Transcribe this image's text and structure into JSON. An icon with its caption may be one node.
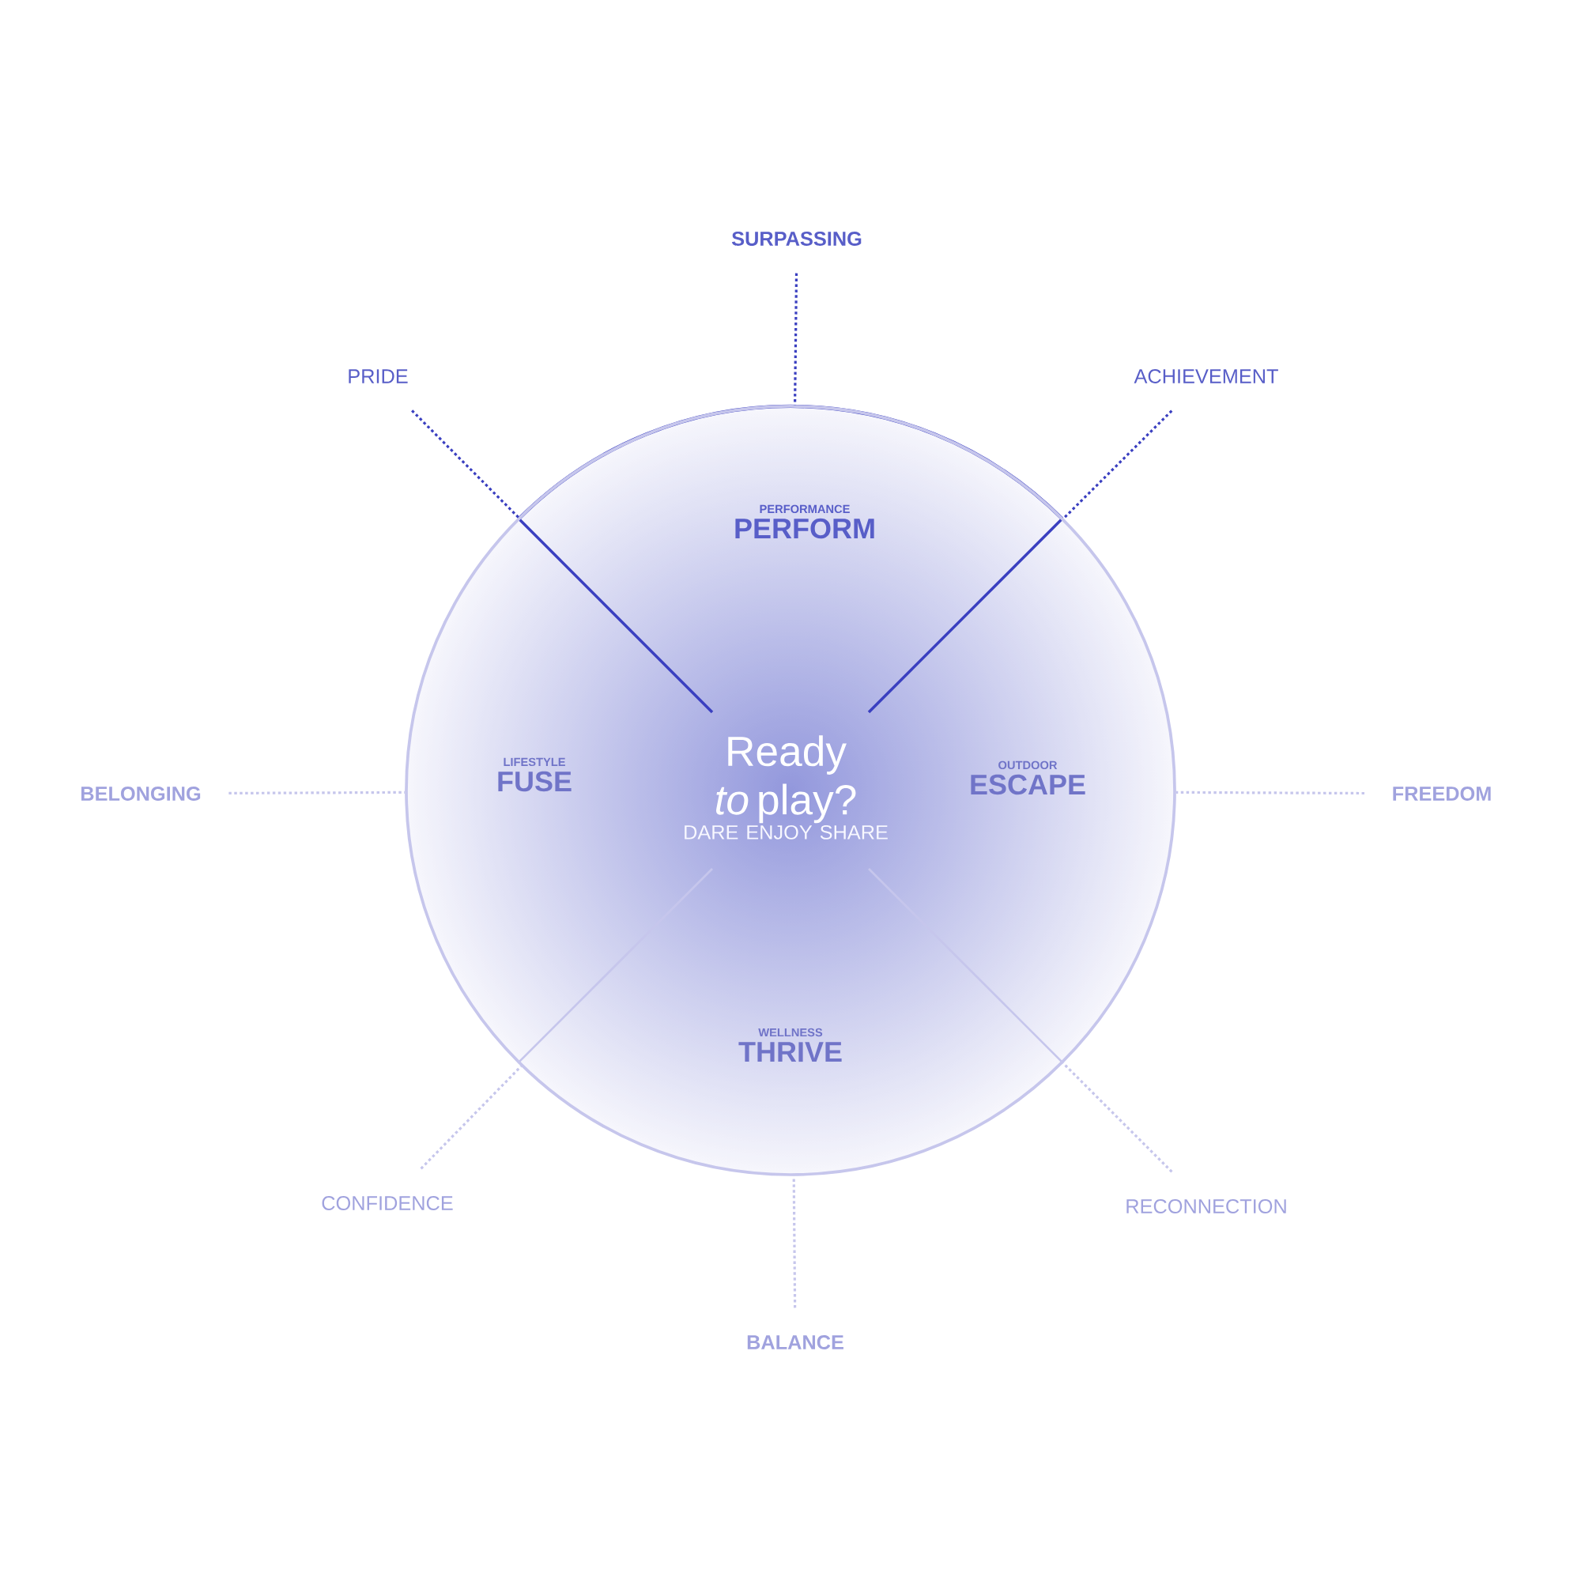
{
  "diagram": {
    "nodes": [
      {
        "text": [],
        "shape": "circle"
      },
      {
        "text": [
          "PERFORMANCE",
          "PERFORM"
        ],
        "in": 0
      },
      {
        "text": [
          "LIFESTYLE",
          "FUSE"
        ],
        "in": 0
      },
      {
        "text": [
          "OUTDOOR",
          "ESCAPE"
        ],
        "in": 0
      },
      {
        "text": [
          "WELLNESS",
          "THRIVE"
        ],
        "in": 0
      },
      {
        "text": [
          "Ready *to* play?",
          "DARE ENJOY SHARE"
        ],
        "in": 0
      },
      {
        "text": [
          "SURPASSING"
        ]
      },
      {
        "text": [
          "PRIDE"
        ]
      },
      {
        "text": [
          "ACHIEVEMENT"
        ]
      },
      {
        "text": [
          "BELONGING"
        ]
      },
      {
        "text": [
          "FREEDOM"
        ]
      },
      {
        "text": [
          "CONFIDENCE"
        ]
      },
      {
        "text": [
          "RECONNECTION"
        ]
      },
      {
        "text": [
          "BALANCE"
        ]
      }
    ],
    "edges": [
      {
        "from": 6,
        "to": 0,
        "arrow": "none",
        "style": "dashed",
        "color": "#3a3fc0"
      },
      {
        "from": 7,
        "to": 0,
        "arrow": "none",
        "style": "dashed",
        "color": "#3a3fc0"
      },
      {
        "from": 8,
        "to": 0,
        "arrow": "none",
        "style": "dashed",
        "color": "#3a3fc0"
      },
      {
        "from": 9,
        "to": 0,
        "arrow": "none",
        "style": "dashed"
      },
      {
        "from": 10,
        "to": 0,
        "arrow": "none",
        "style": "dashed"
      },
      {
        "from": 11,
        "to": 0,
        "arrow": "none",
        "style": "dashed"
      },
      {
        "from": 12,
        "to": 0,
        "arrow": "none",
        "style": "dashed"
      },
      {
        "from": 13,
        "to": 0,
        "arrow": "none",
        "style": "dashed"
      }
    ]
  }
}
